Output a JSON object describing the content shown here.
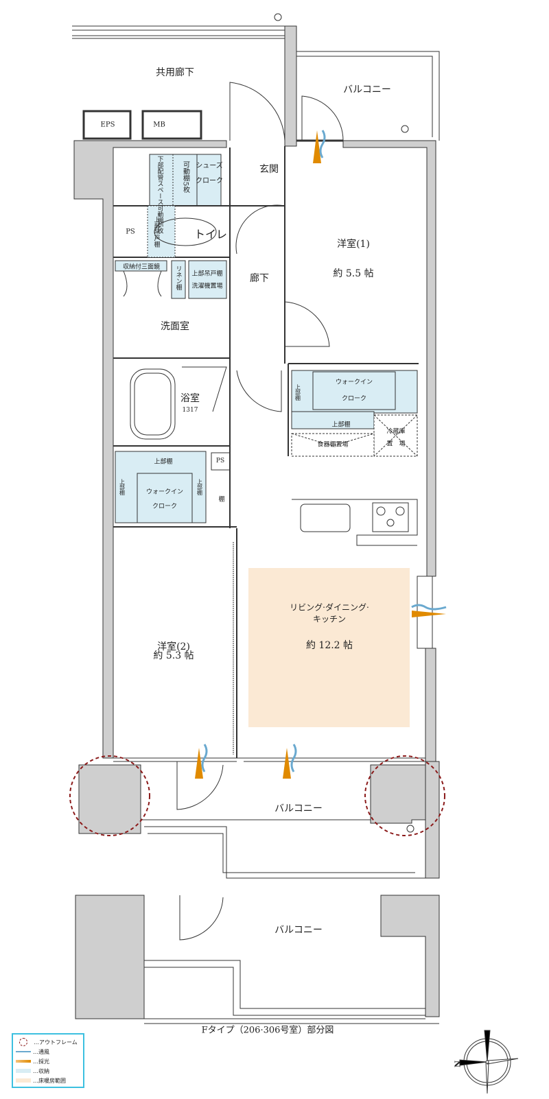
{
  "title": "Fタイプ（206·306号室）部分図",
  "colors": {
    "storage": "#d9edf4",
    "floor_heating": "#fbe9d4",
    "wall": "#cfcfcf",
    "outframe": "#8b1a1a",
    "light": "#e08a00",
    "wind": "#6aa9cf",
    "legend_border": "#3cc0e0"
  },
  "areas": {
    "common_corridor": "共用廊下",
    "balcony_top": "バルコニー",
    "eps": "EPS",
    "mb": "MB",
    "entrance": "玄関",
    "hallway": "廊下",
    "toilet": "トイレ",
    "ps1": "PS",
    "ps2": "PS",
    "washroom": "洗面室",
    "bathroom": "浴室",
    "bathroom_size": "1317",
    "western1": {
      "name": "洋室(1)",
      "size": "約 5.5 帖"
    },
    "western2": {
      "name": "洋室(2)",
      "size": "約 5.3 帖"
    },
    "ldk": {
      "name_line1": "リビング·ダイニング·",
      "name_line2": "キッチン",
      "size": "約 12.2 帖"
    },
    "balcony_bottom": "バルコニー",
    "balcony_lower": "バルコニー"
  },
  "storage_labels": {
    "under_pipe": "下部配管スペース可動棚5枚",
    "movable_shelf": "可動棚5枚",
    "shoes_cloak1": "シューズ",
    "shoes_cloak2": "クローク",
    "toilet_upper": "上部吊戸棚",
    "storage_mirror": "収納付三面鏡",
    "linen": "リネン棚",
    "upper_cabinet": "上部吊戸棚",
    "washer": "洗濯機置場",
    "wic1_line1": "ウォークイン",
    "wic1_line2": "クローク",
    "wic1_upper_side": "上部棚",
    "wic1_upper_bottom": "上部棚",
    "fridge1": "冷蔵庫",
    "fridge2": "置　場",
    "cupboard": "食器棚置場",
    "wic2_line1": "ウォークイン",
    "wic2_line2": "クローク",
    "wic2_upper_top": "上部棚",
    "wic2_upper_left": "上部棚",
    "wic2_upper_right": "上部棚",
    "shelf": "棚"
  },
  "legend": [
    {
      "label": "…アウトフレーム",
      "icon": "dashed-circle"
    },
    {
      "label": "…通風",
      "icon": "wind-wave"
    },
    {
      "label": "…採光",
      "icon": "light-wedge"
    },
    {
      "label": "…収納",
      "icon": "storage-swatch"
    },
    {
      "label": "…床暖房範囲",
      "icon": "floor-heating-swatch"
    }
  ],
  "compass": {
    "north_label": "N"
  }
}
